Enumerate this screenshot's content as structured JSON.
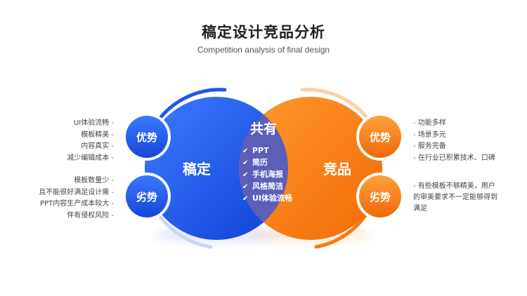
{
  "title": "稿定设计竞品分析",
  "subtitle": "Competition analysis of final design",
  "colors": {
    "blue": "#1f57e8",
    "orange": "#f97a0d",
    "overlap": "#5b5fb8"
  },
  "left_circle": {
    "label": "稿定",
    "strength_label": "优势",
    "weakness_label": "劣势"
  },
  "right_circle": {
    "label": "竞品",
    "strength_label": "优势",
    "weakness_label": "劣势"
  },
  "common": {
    "title": "共有",
    "items": [
      "PPT",
      "简历",
      "手机海报",
      "风格简洁",
      "UI体验流畅"
    ]
  },
  "left_strengths": [
    "UI体验流畅",
    "模板精美",
    "内容真实",
    "减少编辑成本"
  ],
  "left_weaknesses": [
    "模板数量少",
    "且不能很好满足设计需",
    "PPT内容生产成本较大",
    "伴有侵权风险"
  ],
  "right_strengths": [
    "功能多样",
    "场景多元",
    "服务完备",
    "在行业已积累技术、口碑"
  ],
  "right_weakness_text": "有些模板不够精美，用户的审美要求不一定能够得到满足"
}
